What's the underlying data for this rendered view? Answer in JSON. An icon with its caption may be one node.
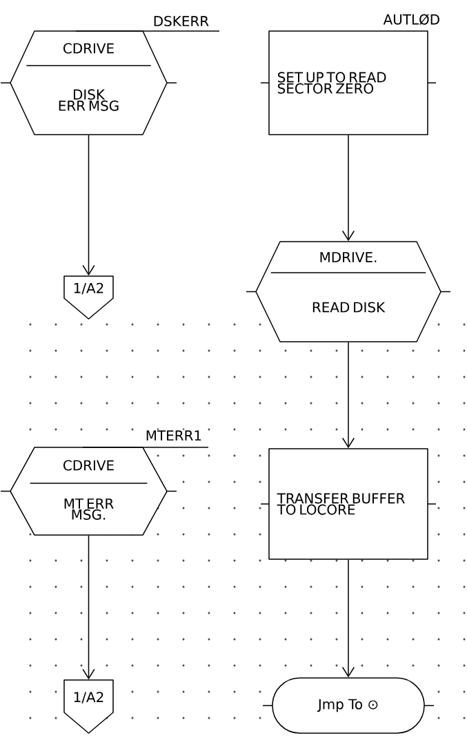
{
  "diagram": {
    "nodes": [
      {
        "text": [
          "DSKERR",
          "CDRIVE",
          "DISK ERR MSG"
        ]
      },
      {
        "text": [
          "1/A2"
        ]
      },
      {
        "text": [
          "AUTLØD",
          "SET UP TO READ SECTOR ZERO"
        ]
      },
      {
        "text": [
          "MDRIVE.",
          "READ DISK"
        ]
      },
      {
        "text": [
          "TRANSFER BUFFER TO LOCORE"
        ]
      },
      {
        "text": [
          "Jmp To ⊙"
        ]
      },
      {
        "text": [
          "MTERR1",
          "CDRIVE",
          "MT ERR MSG."
        ]
      },
      {
        "text": [
          "1/A2"
        ]
      }
    ],
    "edges": [
      {
        "from": 0,
        "to": 1,
        "arrow": "to"
      },
      {
        "from": 2,
        "to": 3,
        "arrow": "to"
      },
      {
        "from": 3,
        "to": 4,
        "arrow": "to"
      },
      {
        "from": 4,
        "to": 5,
        "arrow": "to"
      },
      {
        "from": 6,
        "to": 7,
        "arrow": "to"
      }
    ]
  }
}
